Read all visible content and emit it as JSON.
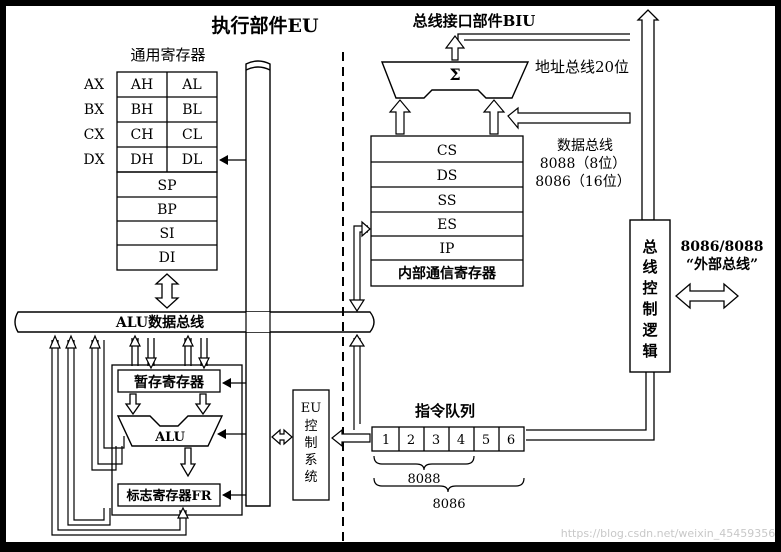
{
  "eu": {
    "title": "执行部件EU",
    "gpr_title": "通用寄存器",
    "gpr_rows": [
      {
        "name": "AX",
        "high": "AH",
        "low": "AL"
      },
      {
        "name": "BX",
        "high": "BH",
        "low": "BL"
      },
      {
        "name": "CX",
        "high": "CH",
        "low": "CL"
      },
      {
        "name": "DX",
        "high": "DH",
        "low": "DL"
      }
    ],
    "pointer_regs": [
      "SP",
      "BP",
      "SI",
      "DI"
    ],
    "alu_bus": "ALU数据总线",
    "temp_regs": "暂存寄存器",
    "alu": "ALU",
    "flags": "标志寄存器FR",
    "eu_control": [
      "EU",
      "控",
      "制",
      "系",
      "统"
    ]
  },
  "biu": {
    "title": "总线接口部件BIU",
    "adder": "Σ",
    "address_bus": "地址总线20位",
    "data_bus_lines": [
      "数据总线",
      "8088（8位）",
      "8086（16位）"
    ],
    "segment_regs": [
      "CS",
      "DS",
      "SS",
      "ES",
      "IP"
    ],
    "internal_regs": "内部通信寄存器",
    "bus_control": [
      "总",
      "线",
      "控",
      "制",
      "逻",
      "辑"
    ],
    "external_bus": [
      "8086/8088",
      "“外部总线”"
    ],
    "queue_title": "指令队列",
    "queue_cells": [
      "1",
      "2",
      "3",
      "4",
      "5",
      "6"
    ],
    "queue_8088": "8088",
    "queue_8086": "8086"
  },
  "watermark": "https://blog.csdn.net/weixin_45459356"
}
